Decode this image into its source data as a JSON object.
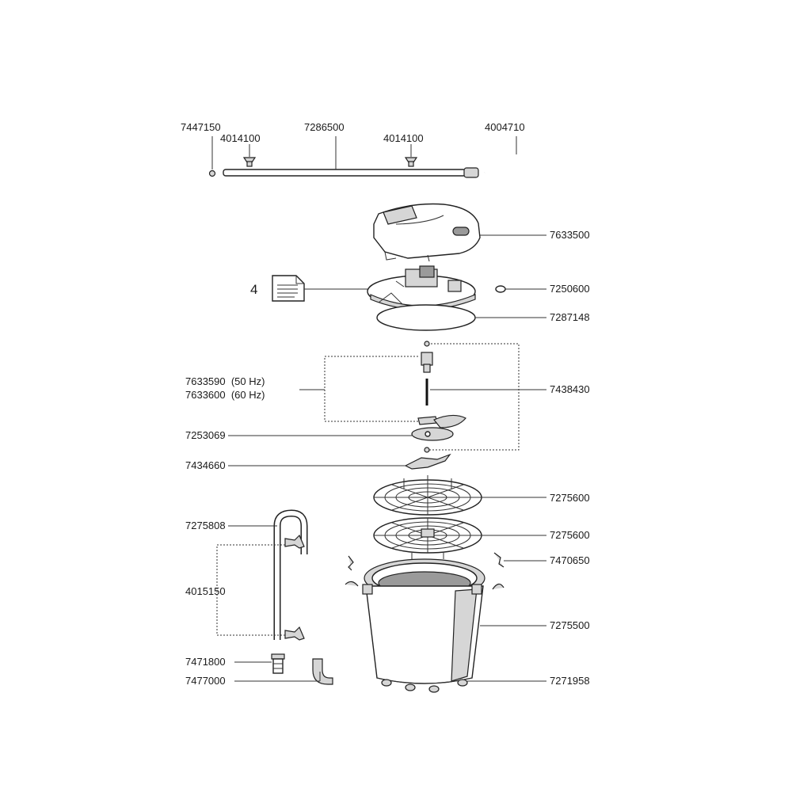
{
  "labels": {
    "p7447150": "7447150",
    "p7286500": "7286500",
    "p4014100a": "4014100",
    "p4014100b": "4014100",
    "p4004710": "4004710",
    "p7633500": "7633500",
    "p7250600": "7250600",
    "p7287148": "7287148",
    "doc_number": "4",
    "p7633590": "7633590  (50 Hz)",
    "p7633600": "7633600  (60 Hz)",
    "p7438430": "7438430",
    "p7253069": "7253069",
    "p7434660": "7434660",
    "p7275600a": "7275600",
    "p7275600b": "7275600",
    "p7275808": "7275808",
    "p7470650": "7470650",
    "p4015150": "4015150",
    "p7275500": "7275500",
    "p7471800": "7471800",
    "p7477000": "7477000",
    "p7271958": "7271958"
  }
}
